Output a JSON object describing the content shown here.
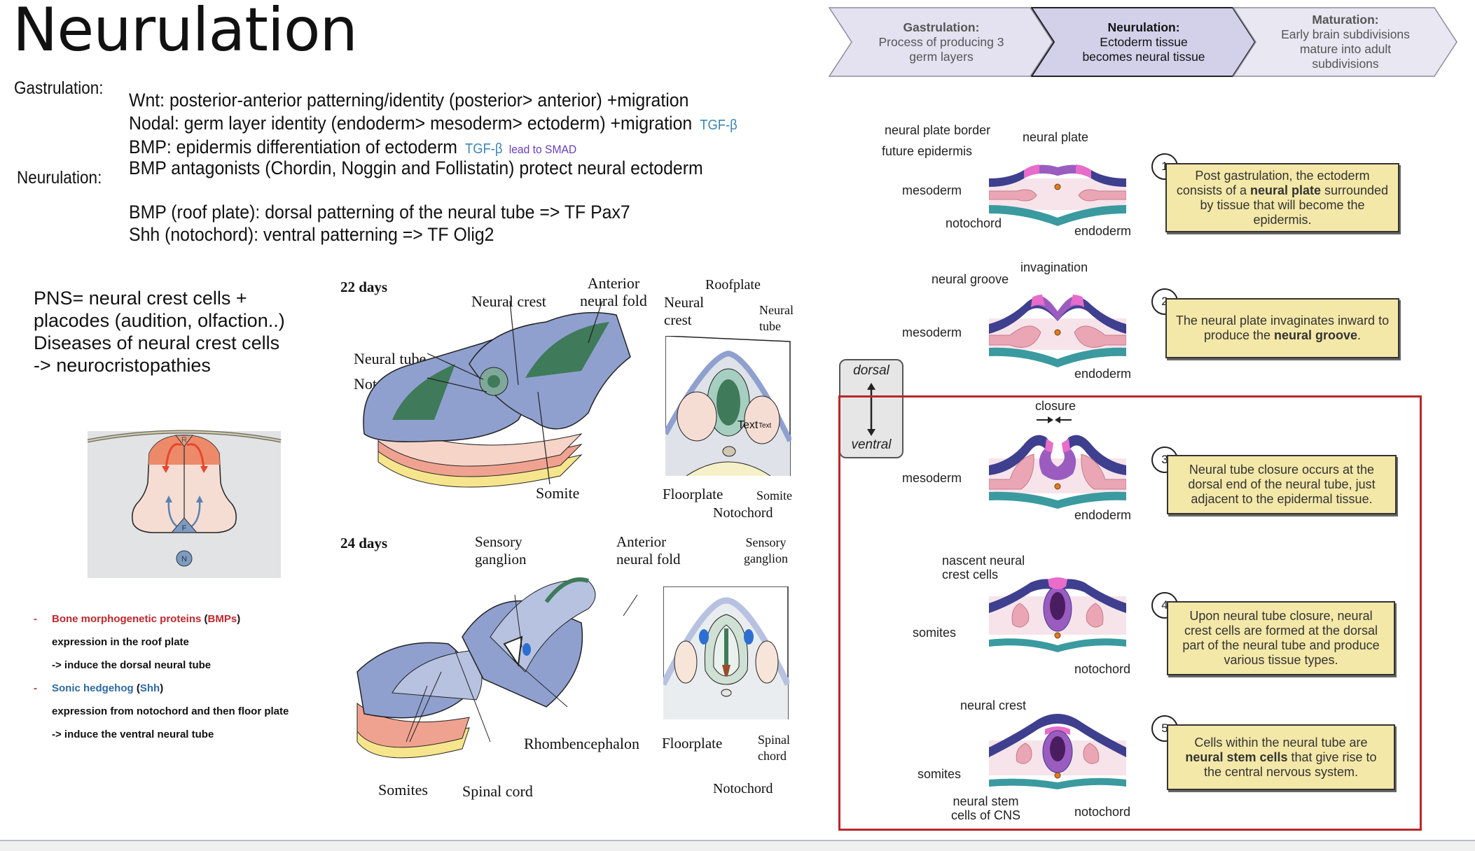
{
  "title": "Neurulation",
  "sections": {
    "gastrulation_label": "Gastrulation:",
    "neurulation_label": "Neurulation:"
  },
  "signals": [
    {
      "text": "Wnt: posterior-anterior patterning/identity (posterior> anterior) +migration"
    },
    {
      "text": "Nodal: germ layer identity (endoderm> mesoderm> ectoderm) +migration",
      "tag": "TGF-β"
    },
    {
      "text": "BMP: epidermis differentiation of ectoderm",
      "tag": "TGF-β",
      "note": "lead to SMAD"
    },
    {
      "text": "BMP antagonists (Chordin, Noggin and Follistatin) protect neural ectoderm"
    },
    {
      "text": "BMP (roof plate): dorsal patterning of the neural tube => TF Pax7"
    },
    {
      "text": "Shh (notochord): ventral patterning => TF Olig2"
    }
  ],
  "pns": [
    "PNS= neural crest cells +",
    "placodes (audition, olfaction..)",
    "Diseases of neural crest cells",
    "-> neurocristopathies"
  ],
  "patterning_diagram": {
    "roof_label": "R",
    "floor_label": "F",
    "notochord_label": "N",
    "colors": {
      "bmp": "#e8472b",
      "shh": "#5b82b0",
      "roof_fill": "#ec8a6a",
      "tube_fill": "#f6ddd4",
      "bg": "#e1e3e4"
    }
  },
  "bullets": [
    {
      "dash": "-",
      "name": "Bone morphogenetic proteins",
      "abbr": "BMPs",
      "color": "red"
    },
    {
      "text": "expression in the roof plate"
    },
    {
      "text": "-> induce the dorsal neural tube"
    },
    {
      "dash": "-",
      "name": "Sonic hedgehog",
      "abbr": "Shh",
      "color": "blue"
    },
    {
      "text": "expression from notochord and then floor plate"
    },
    {
      "text": "-> induce the ventral neural tube"
    }
  ],
  "embryo_22": {
    "title": "22 days",
    "labels": {
      "neural_crest": "Neural crest",
      "anterior_neural_fold": [
        "Anterior",
        "neural fold"
      ],
      "neural_tube": "Neural tube",
      "notochord": "Notochord",
      "somite": "Somite"
    },
    "section_labels": {
      "roofplate": "Roofplate",
      "neural_crest": [
        "Neural",
        "crest"
      ],
      "neural_tube": [
        "Neural",
        "tube"
      ],
      "floorplate": "Floorplate",
      "somite": "Somite",
      "notochord": "Notochord",
      "overlay_text_1": "Text",
      "overlay_text_2": "Text"
    }
  },
  "embryo_24": {
    "title": "24 days",
    "labels": {
      "sensory_ganglion": [
        "Sensory",
        "ganglion"
      ],
      "anterior_neural_fold": [
        "Anterior",
        "neural fold"
      ],
      "rhombencephalon": "Rhombencephalon",
      "somites": "Somites",
      "spinal_cord": "Spinal cord"
    },
    "section_labels": {
      "sensory_ganglion": [
        "Sensory",
        "ganglion"
      ],
      "floorplate": "Floorplate",
      "spinal_chord": [
        "Spinal",
        "chord"
      ],
      "notochord": "Notochord"
    }
  },
  "process_flow": [
    {
      "heading": "Gastrulation:",
      "body": [
        "Process of producing 3",
        "germ layers"
      ],
      "active": false
    },
    {
      "heading": "Neurulation:",
      "body": [
        "Ectoderm tissue",
        "becomes neural tissue"
      ],
      "active": true
    },
    {
      "heading": "Maturation:",
      "body": [
        "Early brain subdivisions",
        "mature into adult",
        "subdivisions"
      ],
      "active": false
    }
  ],
  "orientation": {
    "top": "dorsal",
    "bottom": "ventral"
  },
  "steps": [
    {
      "number": "1",
      "text_html": "Post gastrulation, the ectoderm consists of a <b>neural plate</b> surrounded by tissue that will become the epidermis.",
      "labels": {
        "neural_plate_border": "neural plate border",
        "neural_plate": "neural plate",
        "future_epidermis": "future epidermis",
        "mesoderm": "mesoderm",
        "notochord": "notochord",
        "endoderm": "endoderm"
      }
    },
    {
      "number": "2",
      "text_html": "The neural plate invaginates inward to produce the <b>neural groove</b>.",
      "labels": {
        "invagination": "invagination",
        "neural_groove": "neural groove",
        "mesoderm": "mesoderm",
        "endoderm": "endoderm"
      }
    },
    {
      "number": "3",
      "text_html": "Neural tube closure occurs at the dorsal end of the neural tube, just adjacent to the epidermal tissue.",
      "labels": {
        "closure": "closure",
        "mesoderm": "mesoderm",
        "endoderm": "endoderm"
      }
    },
    {
      "number": "4",
      "text_html": "Upon neural tube closure, neural crest cells are formed at the dorsal part of the neural tube and produce various tissue types.",
      "labels": {
        "nascent_neural_crest": [
          "nascent neural",
          "crest cells"
        ],
        "somites": "somites",
        "notochord": "notochord"
      }
    },
    {
      "number": "5",
      "text_html": "Cells within the neural tube are <b>neural stem cells</b> that give rise to the central nervous system.",
      "labels": {
        "neural_crest": "neural crest",
        "somites": "somites",
        "neural_stem_cells": [
          "neural stem",
          "cells of CNS"
        ],
        "notochord": "notochord"
      }
    }
  ],
  "colors": {
    "ectoderm": "#3f3f8f",
    "neural_plate": "#9b5cc0",
    "neural_border": "#e86cc9",
    "mesoderm_bg": "#f6e4ea",
    "mesoderm": "#eaa6b4",
    "endoderm": "#3a9aa0",
    "notochord": "#e07a1c",
    "step_box": "#f4e8a8",
    "highlight_frame": "#b8282a"
  }
}
